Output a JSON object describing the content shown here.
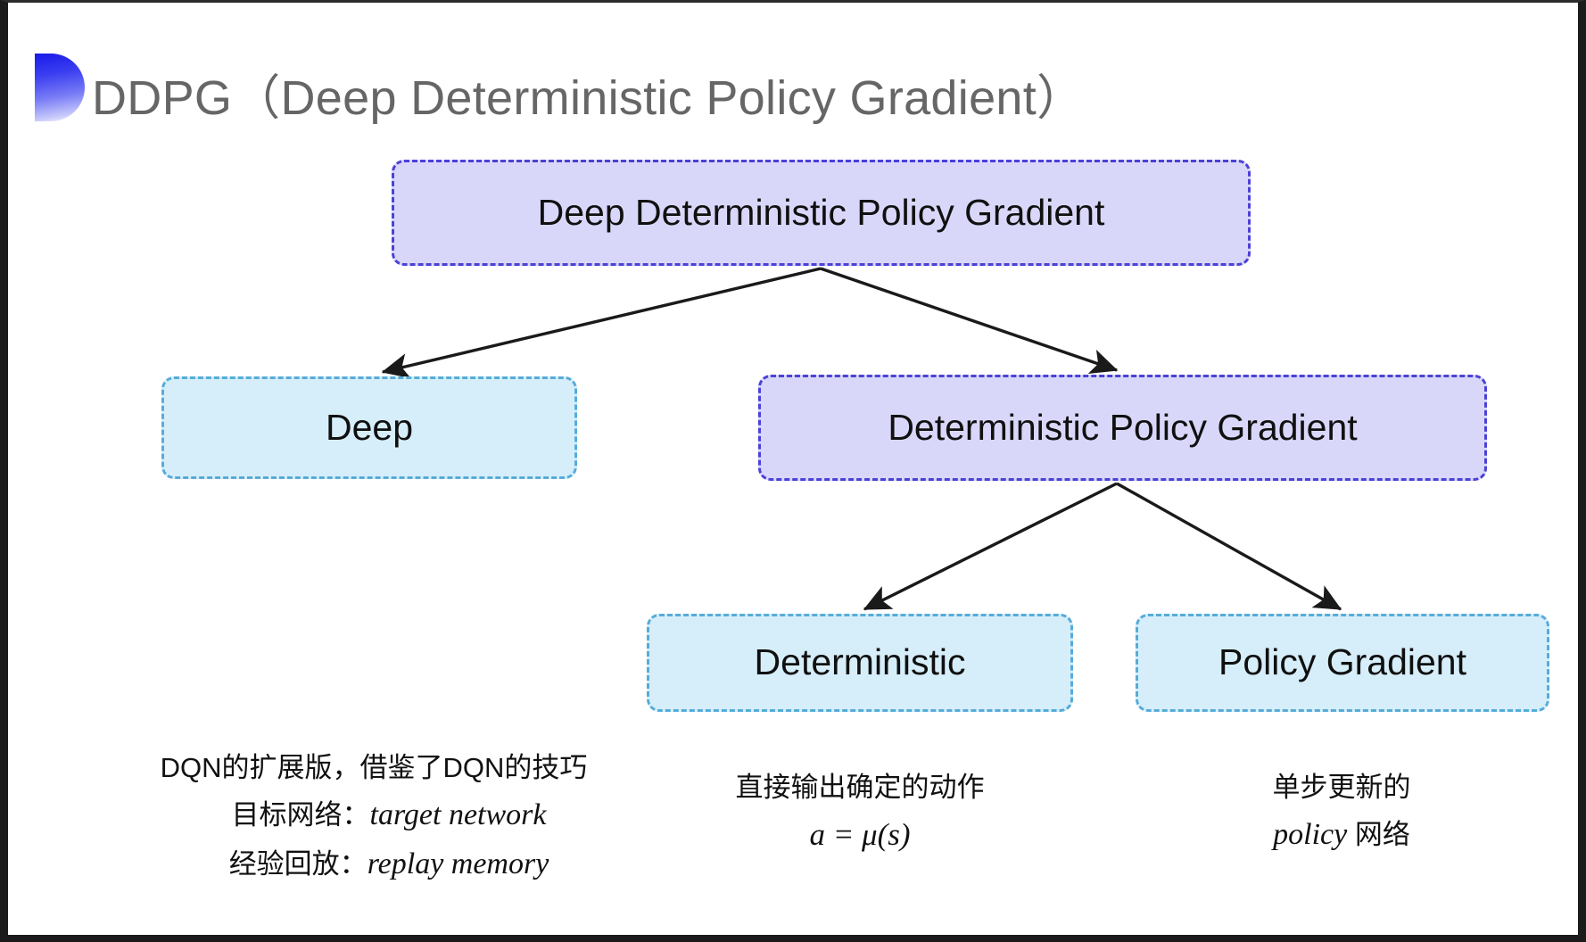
{
  "slide": {
    "title": "DDPG（Deep Deterministic Policy Gradient）",
    "title_color": "#666666",
    "background": "#ffffff"
  },
  "colors": {
    "purple_fill": "#d9d7f9",
    "purple_border": "#4b41d6",
    "blue_fill": "#d6eefa",
    "blue_border": "#56acd9",
    "arrow": "#1a1a1a",
    "bullet_gradient_start": "#1a1ae8",
    "bullet_gradient_end": "#ffffff"
  },
  "diagram": {
    "type": "tree",
    "nodes": [
      {
        "id": "root",
        "label": "Deep Deterministic Policy Gradient",
        "style": "purple",
        "level": 0
      },
      {
        "id": "deep",
        "label": "Deep",
        "style": "blue",
        "level": 1
      },
      {
        "id": "dpg",
        "label": "Deterministic Policy Gradient",
        "style": "purple",
        "level": 1
      },
      {
        "id": "det",
        "label": "Deterministic",
        "style": "blue",
        "level": 2
      },
      {
        "id": "pg",
        "label": "Policy Gradient",
        "style": "blue",
        "level": 2
      }
    ],
    "edges": [
      {
        "from": "root",
        "to": "deep"
      },
      {
        "from": "root",
        "to": "dpg"
      },
      {
        "from": "dpg",
        "to": "det"
      },
      {
        "from": "dpg",
        "to": "pg"
      }
    ]
  },
  "notes": {
    "deep": {
      "line1": "DQN的扩展版，借鉴了DQN的技巧",
      "line2_label": "目标网络：",
      "line2_term": "target network",
      "line3_label": "经验回放：",
      "line3_term": "replay memory"
    },
    "deterministic": {
      "line1": "直接输出确定的动作",
      "formula": "a = μ(s)"
    },
    "policy_gradient": {
      "line1": "单步更新的",
      "line2_term": "policy",
      "line2_rest": " 网络"
    }
  }
}
